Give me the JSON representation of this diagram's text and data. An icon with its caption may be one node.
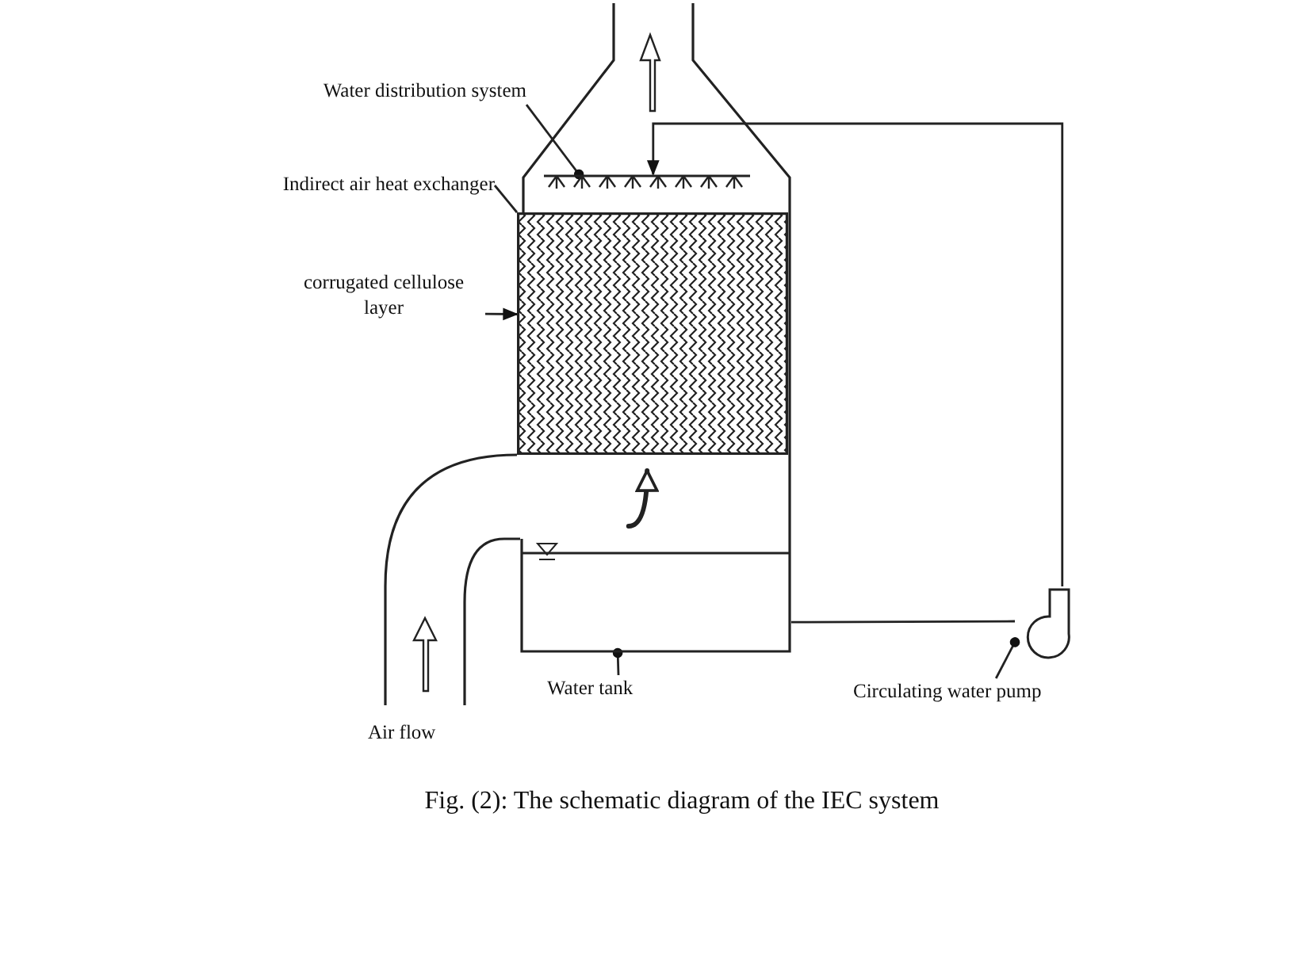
{
  "diagram": {
    "caption": "Fig. (2): The schematic diagram of the IEC system",
    "nodes": [
      {
        "text": [
          "Water distribution system"
        ]
      },
      {
        "text": [
          "Indirect air heat exchanger"
        ]
      },
      {
        "text": [
          "corrugated cellulose layer"
        ]
      },
      {
        "text": [
          "Water tank"
        ]
      },
      {
        "text": [
          "Circulating water pump"
        ]
      },
      {
        "text": [
          "Air flow"
        ]
      },
      {
        "text": [],
        "shape": "bar"
      },
      {
        "text": [],
        "shape": "box"
      },
      {
        "text": [],
        "shape": "box"
      },
      {
        "text": [],
        "shape": "circle"
      }
    ],
    "edges": [
      {
        "from": 0,
        "to": 6,
        "arrow": "other"
      },
      {
        "from": 1,
        "to": 7,
        "arrow": "none"
      },
      {
        "from": 2,
        "to": 7,
        "arrow": "to"
      },
      {
        "from": 3,
        "to": 8,
        "arrow": "other"
      },
      {
        "from": 4,
        "to": 9,
        "arrow": "other"
      },
      {
        "from": 8,
        "to": 9,
        "arrow": "none"
      },
      {
        "from": 9,
        "to": 6,
        "arrow": "to"
      },
      {
        "from": 8,
        "to": 7,
        "arrow": "to",
        "style": "thick"
      }
    ]
  }
}
